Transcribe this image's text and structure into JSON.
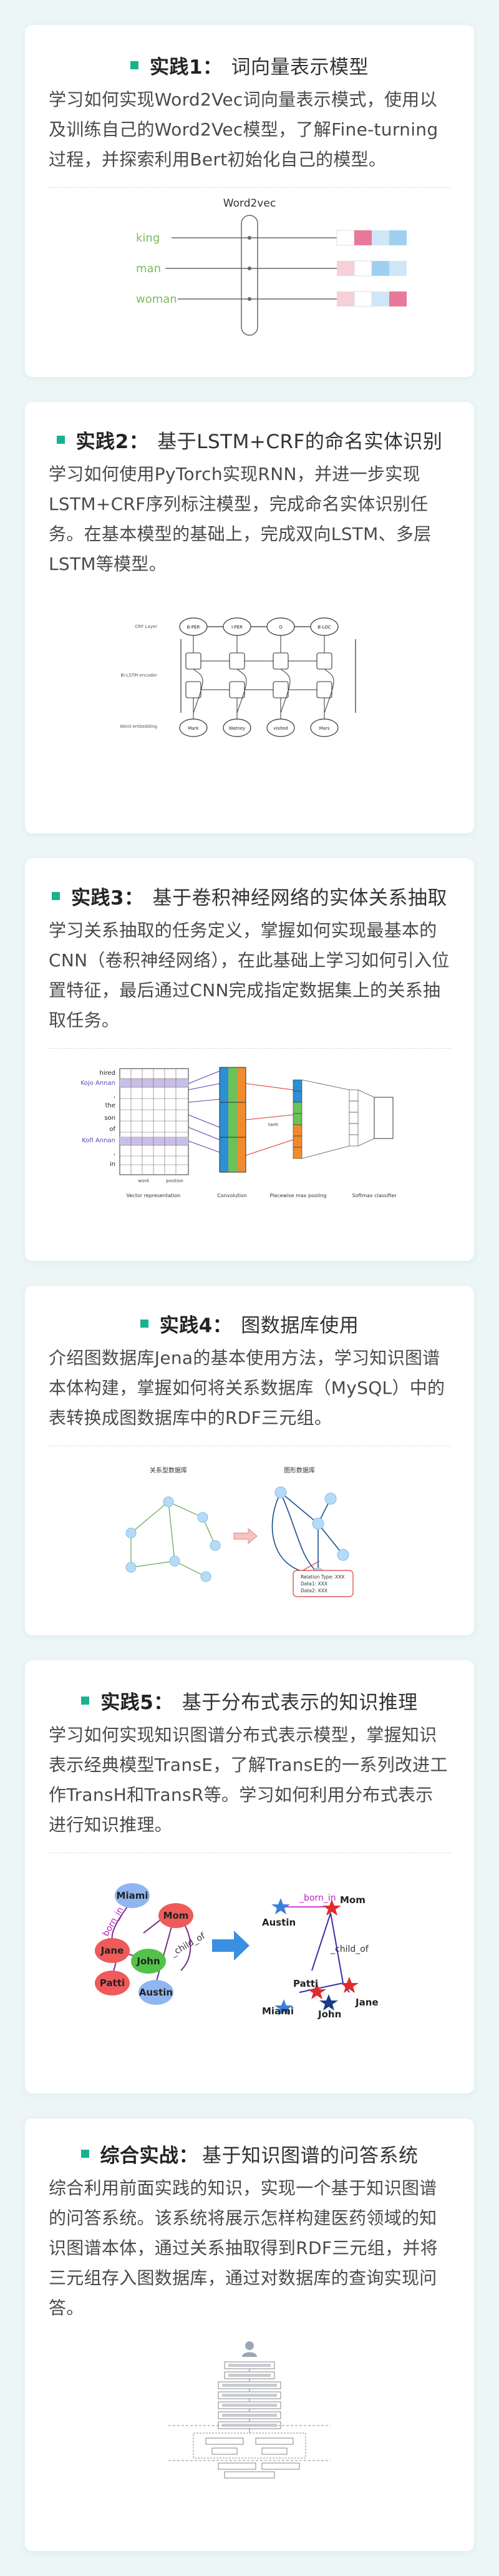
{
  "cards": [
    {
      "label": "实践1：",
      "subtitle": "词向量表示模型",
      "desc": "学习如何实现Word2Vec词向量表示模式，使用以及训练自己的Word2Vec模型，了解Fine-turning过程，并探索利用Bert初始化自己的模型。",
      "figure": {
        "title": "Word2vec",
        "words": [
          "king",
          "man",
          "woman"
        ],
        "colors": {
          "word": "#7dbb5b",
          "pink": "#e8799a",
          "lightpink": "#f6cfd8",
          "blue": "#9fd0f0",
          "lightblue": "#cfe6f7"
        }
      }
    },
    {
      "label": "实践2：",
      "subtitle": "基于LSTM+CRF的命名实体识别",
      "desc": "学习如何使用PyTorch实现RNN，并进一步实现LSTM+CRF序列标注模型，完成命名实体识别任务。在基本模型的基础上，完成双向LSTM、多层LSTM等模型。",
      "figure": {
        "row_labels": [
          "CRF Layer",
          "Bi-LSTM encoder",
          "Word embedding"
        ],
        "tags": [
          "B-PER",
          "I-PER",
          "O",
          "B-LOC"
        ],
        "words": [
          "Mark",
          "Watney",
          "visited",
          "Mars"
        ]
      }
    },
    {
      "label": "实践3：",
      "subtitle": "基于卷积神经网络的实体关系抽取",
      "desc": "学习关系抽取的任务定义，掌握如何实现最基本的CNN（卷积神经网络），在此基础上学习如何引入位置特征，最后通过CNN完成指定数据集上的关系抽取任务。",
      "figure": {
        "tokens": [
          "hired",
          "Kojo Annan",
          ",",
          "the",
          "son",
          "of",
          "Kofi Annan",
          ",",
          "in"
        ],
        "col_labels": [
          "word",
          "position"
        ],
        "bottom_labels": [
          "Vector representation",
          "Convolution",
          "Piecewise max pooling",
          "Softmax classifier"
        ],
        "arrow_label": "tanh"
      }
    },
    {
      "label": "实践4：",
      "subtitle": "图数据库使用",
      "desc": "介绍图数据库Jena的基本使用方法，学习知识图谱本体构建，掌握如何将关系数据库（MySQL）中的表转换成图数据库中的RDF三元组。",
      "figure": {
        "left_title": "关系型数据库",
        "right_title": "图形数据库",
        "info_lines": [
          "Relation Type: XXX",
          "Data1: XXX",
          "Data2: XXX"
        ]
      }
    },
    {
      "label": "实践5：",
      "subtitle": "基于分布式表示的知识推理",
      "desc": "学习如何实现知识图谱分布式表示模型，掌握知识表示经典模型TransE，了解TransE的一系列改进工作TransH和TransR等。学习如何利用分布式表示进行知识推理。",
      "figure": {
        "people": [
          "Miami",
          "Mom",
          "Jane",
          "John",
          "Patti",
          "Austin"
        ],
        "relations": [
          "_born_in",
          "_child_of"
        ]
      }
    },
    {
      "label": "综合实战：",
      "subtitle": "基于知识图谱的问答系统",
      "desc": "综合利用前面实践的知识，实现一个基于知识图谱的问答系统。该系统将展示怎样构建医药领域的知识图谱本体，通过关系抽取得到RDF三元组，并将三元组存入图数据库，通过对数据库的查询实现问答。",
      "figure": {}
    }
  ]
}
